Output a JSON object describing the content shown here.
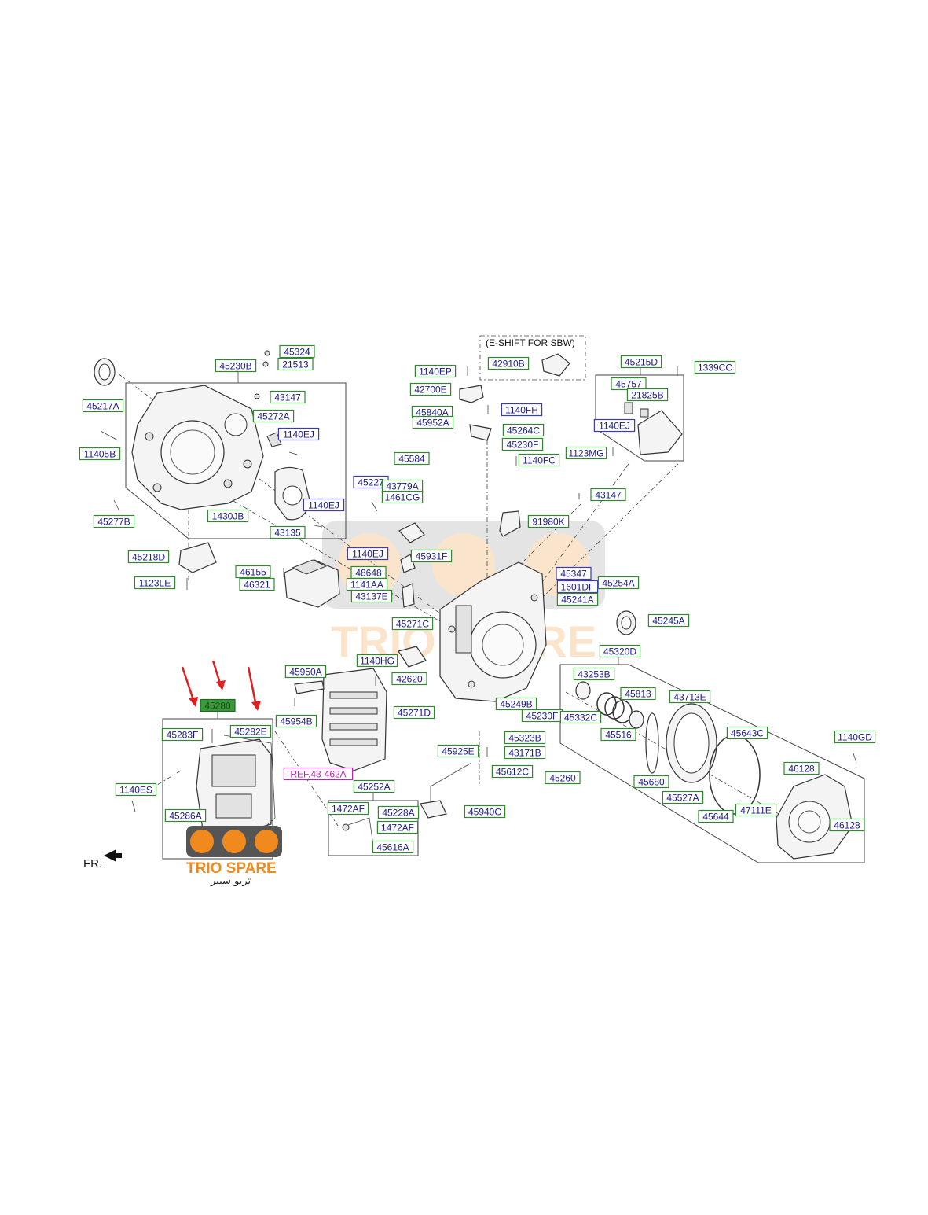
{
  "caption_eshift": "(E-SHIFT FOR SBW)",
  "fr_label": "FR.",
  "brand": {
    "name": "TRIO SPARE",
    "name_ar": "تريو سبير",
    "accent": "#f08a1e"
  },
  "part_labels": [
    {
      "id": "45324",
      "text": "45324"
    },
    {
      "id": "45230B",
      "text": "45230B"
    },
    {
      "id": "21513",
      "text": "21513"
    },
    {
      "id": "45217A",
      "text": "45217A"
    },
    {
      "id": "43147a",
      "text": "43147"
    },
    {
      "id": "45272A",
      "text": "45272A"
    },
    {
      "id": "1140EJa",
      "text": "1140EJ"
    },
    {
      "id": "11405B",
      "text": "11405B"
    },
    {
      "id": "1140EJb",
      "text": "1140EJ"
    },
    {
      "id": "45277B",
      "text": "45277B"
    },
    {
      "id": "1430JB",
      "text": "1430JB"
    },
    {
      "id": "43135",
      "text": "43135"
    },
    {
      "id": "45218D",
      "text": "45218D"
    },
    {
      "id": "1123LE",
      "text": "1123LE"
    },
    {
      "id": "1140EP",
      "text": "1140EP"
    },
    {
      "id": "42700E",
      "text": "42700E"
    },
    {
      "id": "45840A",
      "text": "45840A"
    },
    {
      "id": "45952A",
      "text": "45952A"
    },
    {
      "id": "1140FH",
      "text": "1140FH"
    },
    {
      "id": "45264C",
      "text": "45264C"
    },
    {
      "id": "45230Fa",
      "text": "45230F"
    },
    {
      "id": "1140FC",
      "text": "1140FC"
    },
    {
      "id": "42910B",
      "text": "42910B"
    },
    {
      "id": "45215D",
      "text": "45215D"
    },
    {
      "id": "1339CC",
      "text": "1339CC"
    },
    {
      "id": "45757",
      "text": "45757"
    },
    {
      "id": "21825B",
      "text": "21825B"
    },
    {
      "id": "1140EJc",
      "text": "1140EJ"
    },
    {
      "id": "1123MG",
      "text": "1123MG"
    },
    {
      "id": "45584",
      "text": "45584"
    },
    {
      "id": "45227",
      "text": "45227"
    },
    {
      "id": "43779A",
      "text": "43779A"
    },
    {
      "id": "1461CG",
      "text": "1461CG"
    },
    {
      "id": "43147b",
      "text": "43147"
    },
    {
      "id": "91980K",
      "text": "91980K"
    },
    {
      "id": "1140EJd",
      "text": "1140EJ"
    },
    {
      "id": "45931F",
      "text": "45931F"
    },
    {
      "id": "46155",
      "text": "46155"
    },
    {
      "id": "48648",
      "text": "48648"
    },
    {
      "id": "46321",
      "text": "46321"
    },
    {
      "id": "1141AA",
      "text": "1141AA"
    },
    {
      "id": "43137E",
      "text": "43137E"
    },
    {
      "id": "45347",
      "text": "45347"
    },
    {
      "id": "1601DF",
      "text": "1601DF"
    },
    {
      "id": "45254A",
      "text": "45254A"
    },
    {
      "id": "45241A",
      "text": "45241A"
    },
    {
      "id": "45245A",
      "text": "45245A"
    },
    {
      "id": "45271C",
      "text": "45271C"
    },
    {
      "id": "45320D",
      "text": "45320D"
    },
    {
      "id": "1140HG",
      "text": "1140HG"
    },
    {
      "id": "45950A",
      "text": "45950A"
    },
    {
      "id": "42620",
      "text": "42620"
    },
    {
      "id": "43253B",
      "text": "43253B"
    },
    {
      "id": "45813",
      "text": "45813"
    },
    {
      "id": "43713E",
      "text": "43713E"
    },
    {
      "id": "45249B",
      "text": "45249B"
    },
    {
      "id": "45271D",
      "text": "45271D"
    },
    {
      "id": "45230Fb",
      "text": "45230F"
    },
    {
      "id": "45332C",
      "text": "45332C"
    },
    {
      "id": "45280",
      "text": "45280"
    },
    {
      "id": "45954B",
      "text": "45954B"
    },
    {
      "id": "45516",
      "text": "45516"
    },
    {
      "id": "45283F",
      "text": "45283F"
    },
    {
      "id": "45282E",
      "text": "45282E"
    },
    {
      "id": "45323B",
      "text": "45323B"
    },
    {
      "id": "43171B",
      "text": "43171B"
    },
    {
      "id": "45643C",
      "text": "45643C"
    },
    {
      "id": "1140GD",
      "text": "1140GD"
    },
    {
      "id": "45925E",
      "text": "45925E"
    },
    {
      "id": "REF",
      "text": "REF.43-462A"
    },
    {
      "id": "45612C",
      "text": "45612C"
    },
    {
      "id": "45260",
      "text": "45260"
    },
    {
      "id": "46128a",
      "text": "46128"
    },
    {
      "id": "45680",
      "text": "45680"
    },
    {
      "id": "1140ES",
      "text": "1140ES"
    },
    {
      "id": "45252A",
      "text": "45252A"
    },
    {
      "id": "45527A",
      "text": "45527A"
    },
    {
      "id": "1472AFa",
      "text": "1472AF"
    },
    {
      "id": "45228A",
      "text": "45228A"
    },
    {
      "id": "45940C",
      "text": "45940C"
    },
    {
      "id": "47111E",
      "text": "47111E"
    },
    {
      "id": "45286A",
      "text": "45286A"
    },
    {
      "id": "1472AFb",
      "text": "1472AF"
    },
    {
      "id": "45644",
      "text": "45644"
    },
    {
      "id": "46128b",
      "text": "46128"
    },
    {
      "id": "45616A",
      "text": "45616A"
    }
  ]
}
